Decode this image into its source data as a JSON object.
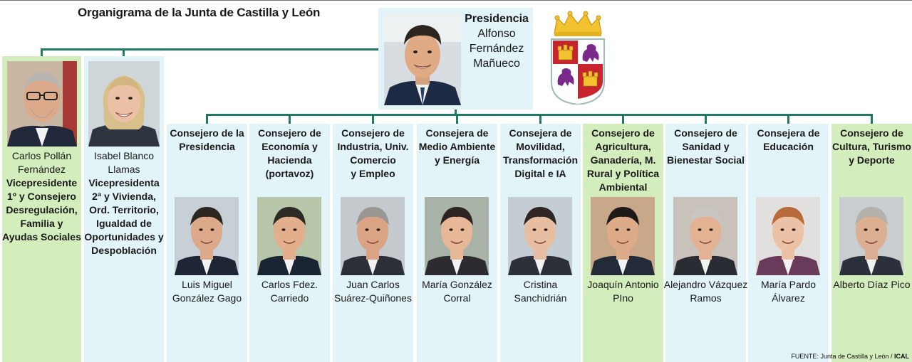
{
  "title": "Organigrama de la Junta de Castilla y León",
  "colors": {
    "connector": "#1f7a62",
    "blue_box": "#e3f4f8",
    "green_box": "#d4edbc"
  },
  "president": {
    "role": "Presidencia",
    "name_lines": [
      "Alfonso",
      "Fernández",
      "Mañueco"
    ]
  },
  "vicepresidents": [
    {
      "name_lines": [
        "Carlos Pollán",
        "Fernández"
      ],
      "role_lines": [
        "Vicepresidente",
        "1º y Consejero",
        "Desregulación,",
        "Familia y",
        "Ayudas Sociales"
      ],
      "highlight": "green"
    },
    {
      "name_lines": [
        "Isabel Blanco",
        "Llamas"
      ],
      "role_lines": [
        "Vicepresidenta",
        "2ª y Vivienda,",
        "Ord. Territorio,",
        "Igualdad de",
        "Oportunidades y",
        "Despoblación"
      ],
      "highlight": "blue"
    }
  ],
  "consejerias": [
    {
      "role_lines": [
        "Consejero de la",
        "Presidencia"
      ],
      "name_lines": [
        "Luis Miguel",
        "González Gago"
      ],
      "highlight": "blue"
    },
    {
      "role_lines": [
        "Consejero de",
        "Economía y",
        "Hacienda",
        "(portavoz)"
      ],
      "name_lines": [
        "Carlos Fdez.",
        "Carriedo"
      ],
      "highlight": "blue"
    },
    {
      "role_lines": [
        "Consejero de",
        "Industria, Univ.",
        "Comercio",
        "y Empleo"
      ],
      "name_lines": [
        "Juan Carlos",
        "Suárez-Quiñones"
      ],
      "highlight": "blue"
    },
    {
      "role_lines": [
        "Consejera de",
        "Medio Ambiente",
        "y Energía"
      ],
      "name_lines": [
        "María González",
        "Corral"
      ],
      "highlight": "blue"
    },
    {
      "role_lines": [
        "Consejera de",
        "Movilidad,",
        "Transformación",
        "Digital e IA"
      ],
      "name_lines": [
        "Cristina",
        "Sanchidrián"
      ],
      "highlight": "blue"
    },
    {
      "role_lines": [
        "Consejero de",
        "Agricultura,",
        "Ganadería, M.",
        "Rural y Política",
        "Ambiental"
      ],
      "name_lines": [
        "Joaquín Antonio",
        "PIno"
      ],
      "highlight": "green"
    },
    {
      "role_lines": [
        "Consejero de",
        "Sanidad y",
        "Bienestar Social"
      ],
      "name_lines": [
        "Alejandro Vázquez",
        "Ramos"
      ],
      "highlight": "blue"
    },
    {
      "role_lines": [
        "Consejera de",
        "Educación"
      ],
      "name_lines": [
        "María Pardo",
        "Álvarez"
      ],
      "highlight": "blue"
    },
    {
      "role_lines": [
        "Consejero de",
        "Cultura, Turismo",
        "y Deporte"
      ],
      "name_lines": [
        "Alberto Díaz Pico"
      ],
      "highlight": "green"
    }
  ],
  "source": {
    "label": "FUENTE: Junta de Castilla y León / ",
    "agency": "ICAL"
  }
}
